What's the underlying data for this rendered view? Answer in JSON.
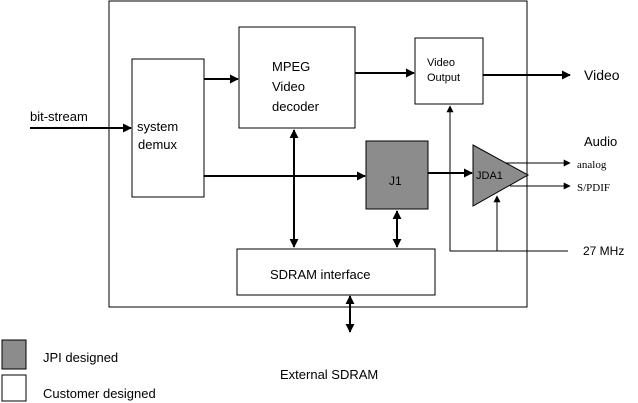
{
  "colors": {
    "line": "#000000",
    "jpi_fill": "#8c8c8c",
    "customer_fill": "#ffffff"
  },
  "blocks": {
    "system_demux": {
      "line1": "system",
      "line2": "demux"
    },
    "mpeg_decoder": {
      "line1": "MPEG",
      "line2": "Video",
      "line3": "decoder"
    },
    "video_output": {
      "line1": "Video",
      "line2": "Output"
    },
    "j1": {
      "label": "J1"
    },
    "jda1": {
      "label": "JDA1"
    },
    "sdram_interface": {
      "label": "SDRAM interface"
    }
  },
  "signals": {
    "bitstream": "bit-stream",
    "video": "Video",
    "audio": "Audio",
    "analog": "analog",
    "spdif": "S/PDIF",
    "clock": "27 MHz",
    "external_sdram": "External SDRAM"
  },
  "legend": {
    "jpi": "JPI designed",
    "customer": "Customer designed"
  }
}
